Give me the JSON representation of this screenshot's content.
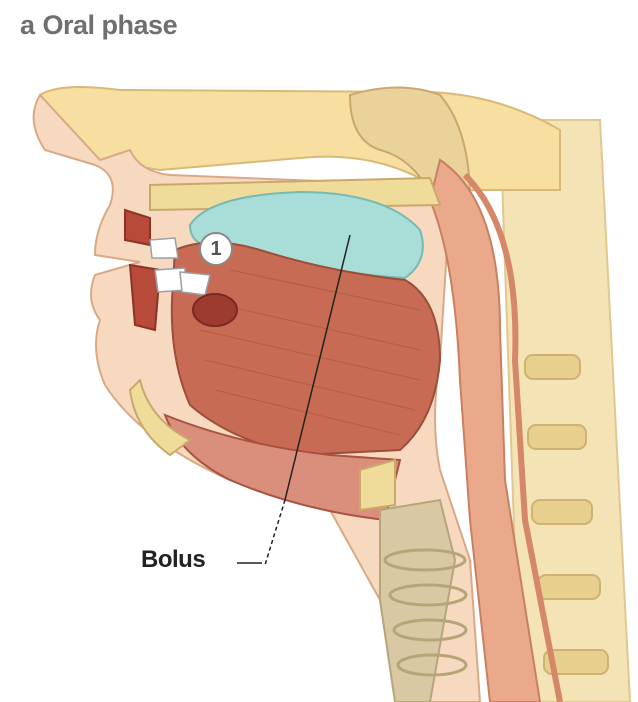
{
  "figure": {
    "panel_letter": "a",
    "title": "Oral phase",
    "step_number": "1",
    "label_bolus": "Bolus",
    "colors": {
      "bolus": "#a9ddd8",
      "muscle": "#c86b55",
      "tissue": "#f2c8a8",
      "bone": "#f6dfa0",
      "airway": "#d8c9a4",
      "title": "#6f6f6f"
    }
  }
}
